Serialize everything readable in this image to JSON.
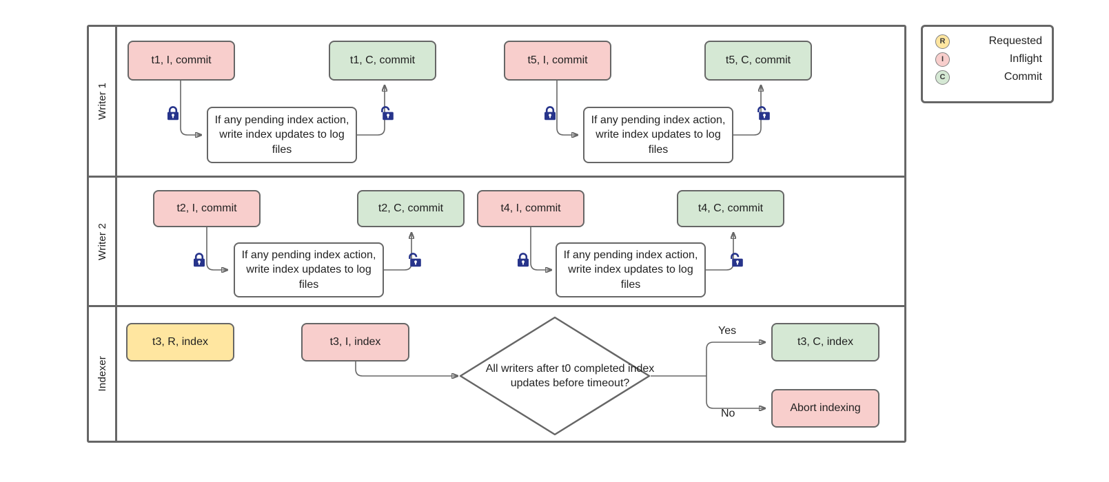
{
  "diagram": {
    "title": "Writer / Indexer concurrency swimlane",
    "colors": {
      "inflight": "#f8cecc",
      "commit": "#d5e8d4",
      "requested": "#ffe6a0",
      "stroke": "#666666",
      "lock": "#27348b"
    }
  },
  "lanes": [
    {
      "label": "Writer 1"
    },
    {
      "label": "Writer 2"
    },
    {
      "label": "Indexer"
    }
  ],
  "writer1": {
    "nodes": [
      {
        "name": "t1-inflight-commit",
        "text": "t1, I, commit",
        "state": "Inflight"
      },
      {
        "name": "t1-commit-commit",
        "text": "t1, C, commit",
        "state": "Commit"
      },
      {
        "name": "t5-inflight-commit",
        "text": "t5, I, commit",
        "state": "Inflight"
      },
      {
        "name": "t5-commit-commit",
        "text": "t5, C, commit",
        "state": "Commit"
      }
    ],
    "process_left": "If any pending index action, write index updates to log files",
    "process_right": "If any pending index action, write index updates to log files"
  },
  "writer2": {
    "nodes": [
      {
        "name": "t2-inflight-commit",
        "text": "t2, I, commit",
        "state": "Inflight"
      },
      {
        "name": "t2-commit-commit",
        "text": "t2, C, commit",
        "state": "Commit"
      },
      {
        "name": "t4-inflight-commit",
        "text": "t4, I, commit",
        "state": "Inflight"
      },
      {
        "name": "t4-commit-commit",
        "text": "t4, C, commit",
        "state": "Commit"
      }
    ],
    "process_left": "If any pending index action, write index updates to log files",
    "process_right": "If any pending index action, write index updates to log files"
  },
  "indexer": {
    "requested": "t3, R, index",
    "inflight": "t3, I, index",
    "decision": "All writers after t0 completed index updates before timeout?",
    "yes_label": "Yes",
    "no_label": "No",
    "commit": "t3, C, index",
    "abort": "Abort indexing"
  },
  "locks": {
    "closed_name": "lock-closed-icon",
    "open_name": "lock-open-icon"
  },
  "legend": [
    {
      "letter": "R",
      "label": "Requested",
      "color": "#ffe6a0",
      "chip": "chip-r"
    },
    {
      "letter": "I",
      "label": "Inflight",
      "color": "#f8cecc",
      "chip": "chip-i"
    },
    {
      "letter": "C",
      "label": "Commit",
      "color": "#d5e8d4",
      "chip": "chip-c"
    }
  ]
}
